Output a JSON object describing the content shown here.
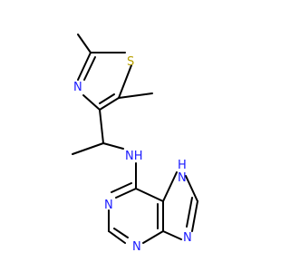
{
  "molecule": {
    "atoms": {
      "S": {
        "text": "S",
        "color": "#b8a000"
      },
      "N1": {
        "text": "N",
        "color": "#1a1aff"
      },
      "NH": {
        "text": "NH",
        "color": "#1a1aff"
      },
      "N7": {
        "text": "H",
        "color": "#1a1aff"
      },
      "N7b": {
        "text": "N",
        "color": "#1a1aff"
      },
      "Na": {
        "text": "N",
        "color": "#1a1aff"
      },
      "Nb": {
        "text": "N",
        "color": "#1a1aff"
      },
      "Nc": {
        "text": "N",
        "color": "#1a1aff"
      },
      "Nd": {
        "text": "N",
        "color": "#1a1aff"
      }
    },
    "bond_color": "#000000",
    "background": "#ffffff"
  }
}
